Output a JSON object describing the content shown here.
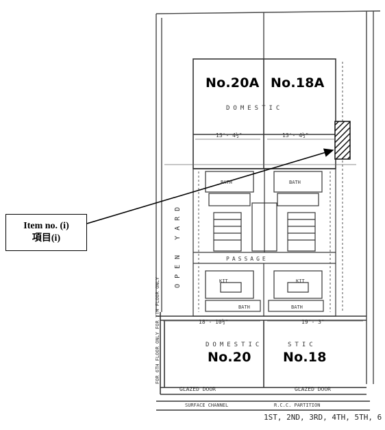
{
  "units": {
    "top_left": "No.20A",
    "top_right": "No.18A",
    "bottom_left": "No.20",
    "bottom_right": "No.18"
  },
  "callout": {
    "line1": "Item no. (i)",
    "line2": "項目(i)"
  },
  "plan_text": {
    "domestic_top": "DOMESTIC",
    "domestic_bottom_left": "DOMESTIC",
    "domestic_bottom_right": "STIC",
    "dim_top_left": "13'- 4½\"",
    "dim_top_right": "13'- 4½\"",
    "dim_bottom_left": "18'- 10½\"",
    "dim_bottom_right": "19'- 3\"",
    "bath": "BATH",
    "kit": "KIT",
    "passage": "PASSAGE",
    "glazed_door": "GLAZED DOOR",
    "surface_channel": "SURFACE CHANNEL",
    "rcc_partition": "R.C.C. PARTITION",
    "open_yard": "OPEN YARD",
    "side_note": "FOR 6TH FLOOR ONLY FOR 7TH FLOOR ONLY",
    "floors_footer": "1ST, 2ND, 3RD, 4TH, 5TH, 6"
  },
  "colors": {
    "ink": "#2a2a2a",
    "hatch": "#111111",
    "arrow": "#000000"
  }
}
